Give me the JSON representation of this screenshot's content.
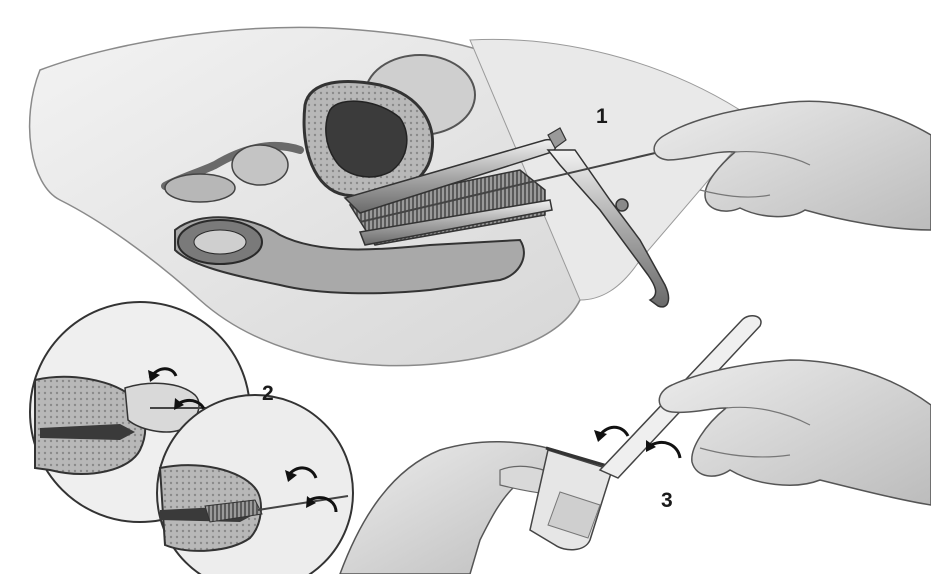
{
  "figure": {
    "steps": [
      {
        "label": "1"
      },
      {
        "label": "2"
      },
      {
        "label": "3"
      }
    ],
    "colors": {
      "background": "#ffffff",
      "skin": "#e4e4e4",
      "tissue": "#a9a9a9",
      "dark_tissue": "#3a3a3a",
      "instrument": "#bdbdbd",
      "outline": "#2b2b2b"
    }
  }
}
